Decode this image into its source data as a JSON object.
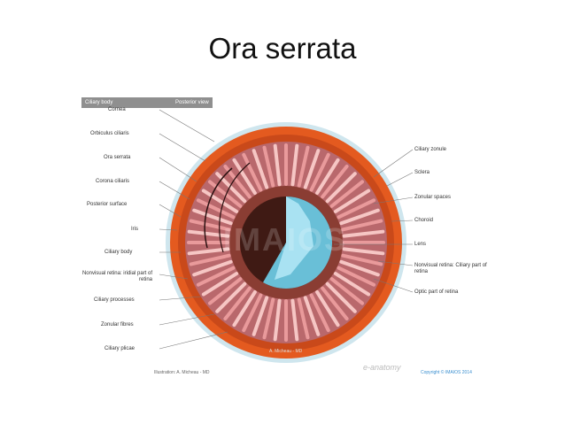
{
  "slide": {
    "title": "Ora serrata"
  },
  "figure": {
    "header_left": "Ciliary body",
    "header_right": "Posterior view",
    "labels_left": [
      "Cornea",
      "Orbiculus ciliaris",
      "Ora serrata",
      "Corona ciliaris",
      "Posterior surface",
      "Iris",
      "Ciliary body",
      "Nonvisual retina: iridial part of retina",
      "Ciliary processes",
      "Zonular fibres",
      "Ciliary plicae"
    ],
    "labels_right": [
      "Ciliary zonule",
      "Sclera",
      "Zonular spaces",
      "Choroid",
      "Lens",
      "Nonvisual retina: Ciliary part of retina",
      "Optic part of retina"
    ],
    "illustrator": "Illustration: A. Micheau - MD",
    "brand": "e-anatomy",
    "copyright": "Copyright © IMAIOS 2014",
    "watermark": "IMAIOS",
    "inner_credit": "A. Micheau - MD",
    "colors": {
      "sclera": "#b8dbe8",
      "outer_ring": "#d9501c",
      "ciliary_ring": "#c86a6f",
      "processes": "#f2b6b5",
      "dark_center": "#4a1c15",
      "lens": "#7fd1e8"
    }
  }
}
